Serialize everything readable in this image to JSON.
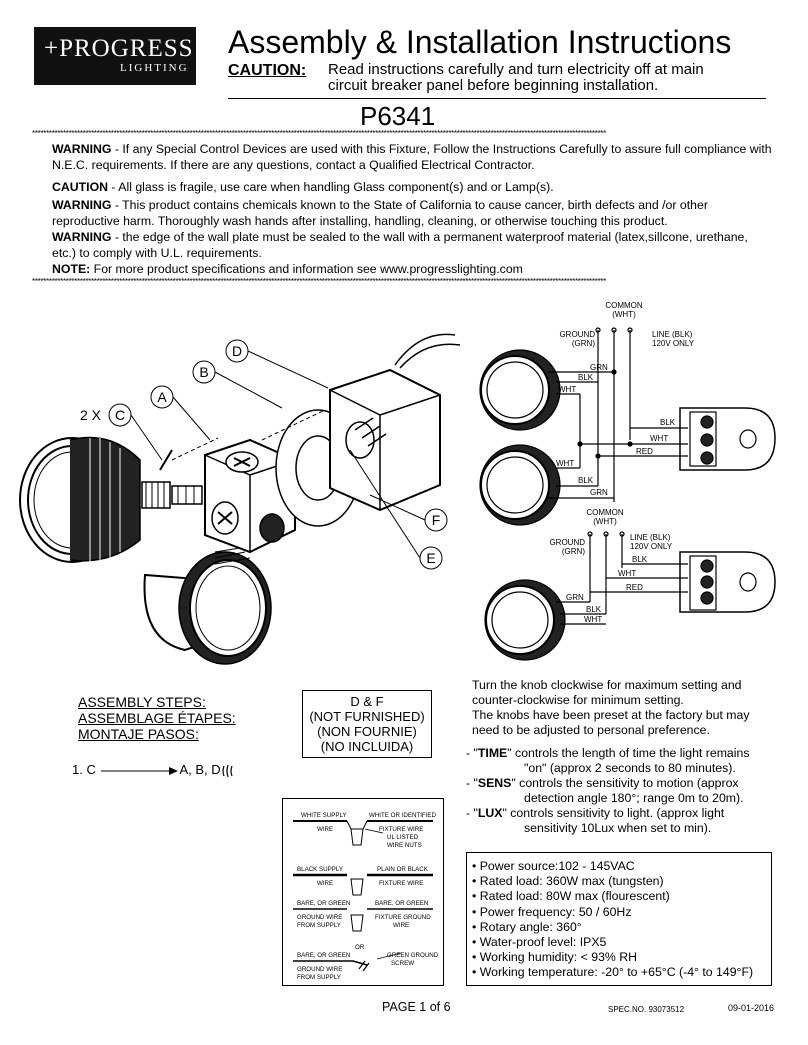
{
  "header": {
    "logo_big": "+PROGRESS",
    "logo_small": "LIGHTING",
    "title": "Assembly & Installation Instructions",
    "caution_label": "CAUTION:",
    "caution_line1": "Read instructions carefully and turn electricity off at main",
    "caution_line2": "circuit breaker panel before beginning installation.",
    "model": "P6341"
  },
  "stars": "************************************************************************************************************************************************************************************************************",
  "warnings": [
    {
      "label": "WARNING",
      "text": " - If any Special Control Devices are used with this Fixture, Follow the Instructions Carefully to assure full compliance with N.E.C. requirements. If there are any questions, contact a Qualified Electrical Contractor."
    },
    {
      "label": "CAUTION",
      "text": " - All glass is fragile, use care when handling Glass component(s) and or Lamp(s)."
    },
    {
      "label": "WARNING",
      "text": " - This product contains chemicals known to the State of California to cause cancer, birth defects and /or other reproductive harm.  Thoroughly wash hands after installing, handling, cleaning, or otherwise touching this product."
    },
    {
      "label": "WARNING",
      "text": " - the edge of the wall plate must be sealed to the wall with a permanent waterproof material (latex,sillcone, urethane, etc.) to comply with U.L. requirements."
    },
    {
      "label": "NOTE:",
      "text": " For more product specifications and information see www.progresslighting.com"
    }
  ],
  "assembly": {
    "qty_label": "2 X",
    "parts": [
      "A",
      "B",
      "C",
      "D",
      "E",
      "F"
    ]
  },
  "wiring": {
    "common": "COMMON",
    "common_sub": "(WHT)",
    "ground": "GROUND",
    "ground_sub": "(GRN)",
    "line": "LINE (BLK)",
    "line_sub": "120V ONLY",
    "grn": "GRN",
    "blk": "BLK",
    "wht": "WHT",
    "red": "RED"
  },
  "knob": {
    "line1": "Turn the knob clockwise for maximum setting and",
    "line2": "counter-clockwise for minimum setting.",
    "line3": "The knobs have been preset at the factory but may",
    "line4": "need to be adjusted to personal preference."
  },
  "controls": [
    {
      "prefix": "- \"",
      "key": "TIME",
      "line1": "\" controls the length of time the light remains",
      "line2": "\"on\" (approx 2 seconds to 80 minutes)."
    },
    {
      "prefix": "- \"",
      "key": "SENS",
      "line1": "\" controls the sensitivity to motion (approx",
      "line2": "detection angle 180°; range 0m to 20m)."
    },
    {
      "prefix": "- \"",
      "key": "LUX",
      "line1": "\" controls sensitivity to light. (approx light",
      "line2": "sensitivity 10Lux when set to min)."
    }
  ],
  "steps": {
    "line1": "ASSEMBLY STEPS:",
    "line2": "ASSEMBLAGE ÉTAPES:",
    "line3": "MONTAJE PASOS:",
    "step_from": "1. C",
    "step_to": "A, B, D"
  },
  "not_furnished": {
    "line1": "D & F",
    "line2": "(NOT FURNISHED)",
    "line3": "(NON FOURNIE)",
    "line4": "(NO INCLUIDA)"
  },
  "wire_connection": {
    "white_supply": "WHITE SUPPLY",
    "white_identified": "WHITE OR IDENTIFIED",
    "wire": "WIRE",
    "fixture_wire": "FIXTURE WIRE",
    "ul_listed": "UL LISTED",
    "wire_nuts": "WIRE NUTS",
    "black_supply": "BLACK SUPPLY",
    "plain_black": "PLAIN OR BLACK",
    "bare_green": "BARE, OR GREEN",
    "ground_wire": "GROUND WIRE",
    "from_supply": "FROM SUPPLY",
    "fixture_ground": "FIXTURE GROUND",
    "or": "OR",
    "green_ground": "GREEN GROUND",
    "screw": "SCREW"
  },
  "specs": [
    "• Power source:102 - 145VAC",
    "• Rated load: 360W max (tungsten)",
    "• Rated load:  80W max (flourescent)",
    "• Power frequency: 50 / 60Hz",
    "• Rotary angle: 360°",
    "• Water-proof level: IPX5",
    "• Working humidity: < 93% RH",
    "• Working temperature: -20° to +65°C (-4° to 149°F)"
  ],
  "footer": {
    "page": "PAGE 1 of 6",
    "spec_no": "SPEC.NO. 93073512",
    "date": "09-01-2016"
  }
}
